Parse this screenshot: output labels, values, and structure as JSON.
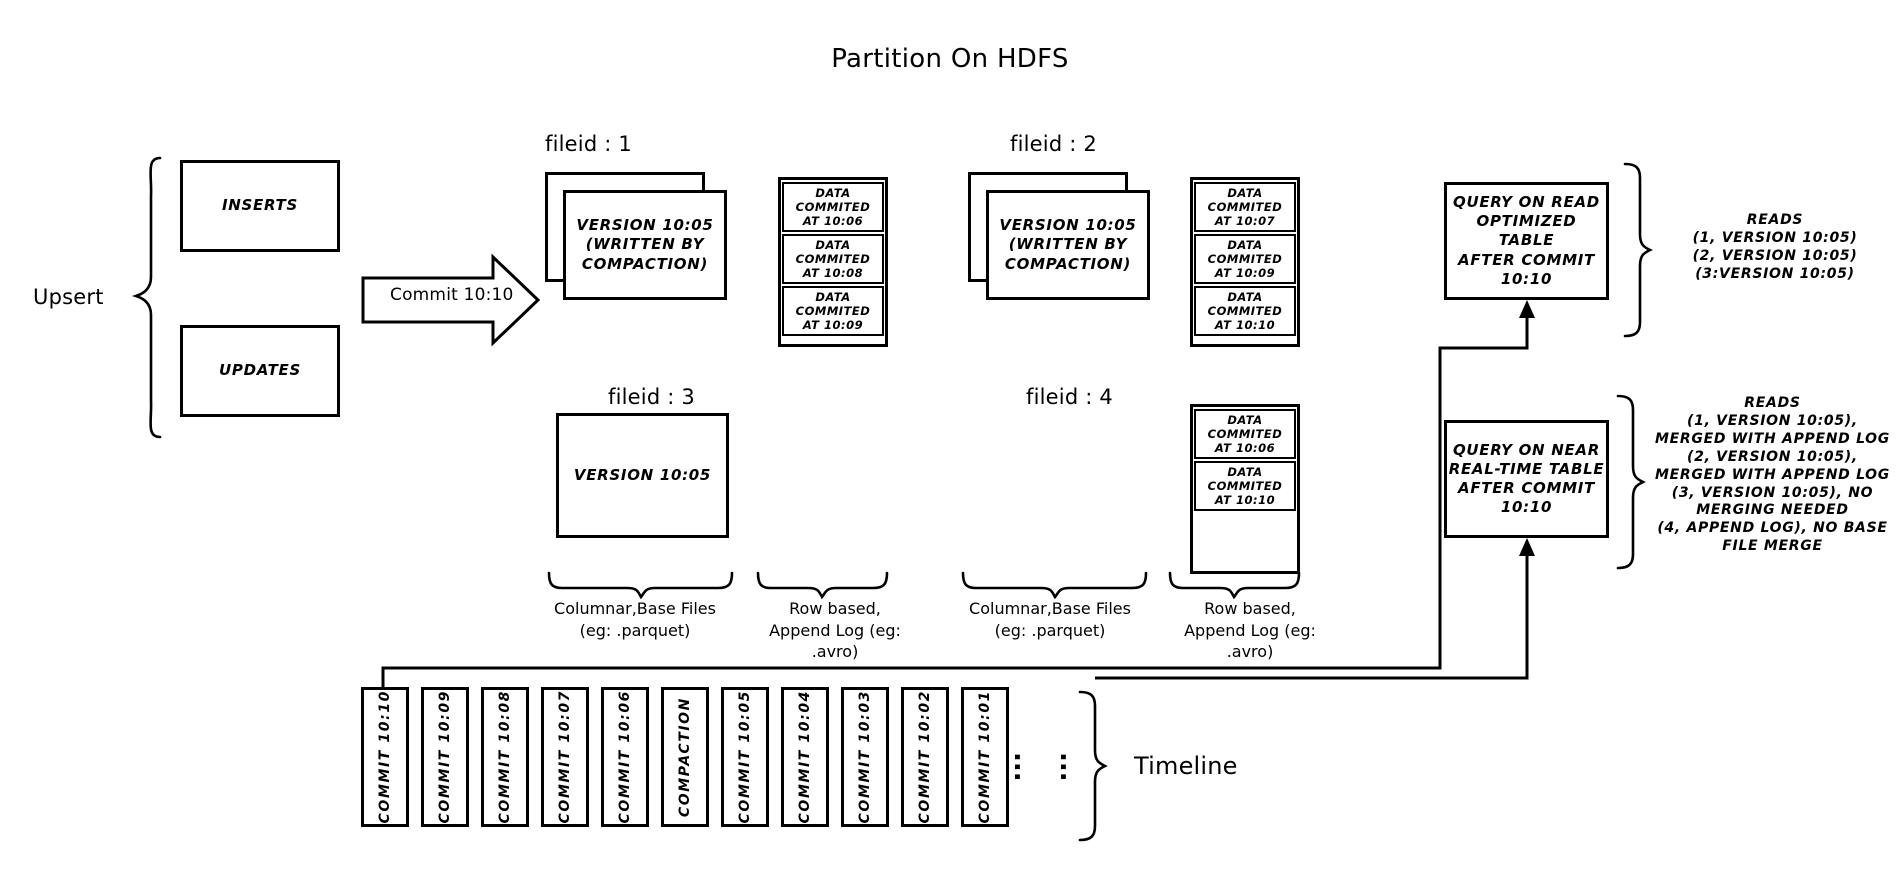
{
  "title": "Partition On HDFS",
  "left": {
    "upsert_label": "Upsert",
    "inserts_label": "INSERTS",
    "updates_label": "UPDATES",
    "commit_arrow_label": "Commit 10:10"
  },
  "file_groups": [
    {
      "fileid_label": "fileid : 1",
      "base_file_text": "VERSION 10:05\n(WRITTEN BY\nCOMPACTION)",
      "has_stacked_shadow": true,
      "log_entries": [
        "DATA COMMITED\nAT 10:06",
        "DATA COMMITED\nAT 10:08",
        "DATA COMMITED\nAT 10:09"
      ]
    },
    {
      "fileid_label": "fileid : 2",
      "base_file_text": "VERSION 10:05\n(WRITTEN BY\nCOMPACTION)",
      "has_stacked_shadow": true,
      "log_entries": [
        "DATA COMMITED\nAT 10:07",
        "DATA COMMITED\nAT 10:09",
        "DATA COMMITED\nAT 10:10"
      ]
    },
    {
      "fileid_label": "fileid : 3",
      "base_file_text": "VERSION 10:05",
      "has_stacked_shadow": false,
      "log_entries": []
    },
    {
      "fileid_label": "fileid : 4",
      "base_file_text": "",
      "has_stacked_shadow": false,
      "log_entries": [
        "DATA COMMITED\nAT 10:06",
        "DATA COMMITED\nAT 10:10"
      ]
    }
  ],
  "captions": {
    "columnar_left": "Columnar,Base Files\n(eg: .parquet)",
    "rowlog_left": "Row based,\nAppend Log  (eg:\n.avro)",
    "columnar_right": "Columnar,Base Files\n(eg: .parquet)",
    "rowlog_right": "Row based,\nAppend Log  (eg:\n.avro)"
  },
  "queries": [
    {
      "box_text": "QUERY ON READ\nOPTIMIZED TABLE\nAFTER COMMIT\n10:10",
      "reads_text": "READS\n(1, VERSION 10:05)\n(2, VERSION 10:05)\n(3:VERSION 10:05)"
    },
    {
      "box_text": "QUERY ON NEAR\nREAL-TIME TABLE\nAFTER COMMIT\n10:10",
      "reads_text": "READS\n(1, VERSION 10:05),\nMERGED WITH APPEND LOG\n(2, VERSION 10:05),\nMERGED WITH APPEND LOG\n(3, VERSION 10:05), NO\nMERGING NEEDED\n(4, APPEND LOG), NO BASE\nFILE MERGE"
    }
  ],
  "timeline": {
    "label": "Timeline",
    "ellipsis": "...",
    "cards": [
      "COMMIT  10:10",
      "COMMIT  10:09",
      "COMMIT  10:08",
      "COMMIT  10:07",
      "COMMIT  10:06",
      "COMPACTION",
      "COMMIT  10:05",
      "COMMIT  10:04",
      "COMMIT  10:03",
      "COMMIT  10:02",
      "COMMIT  10:01"
    ]
  },
  "colors": {
    "ink": "#000000",
    "paper": "#ffffff"
  }
}
